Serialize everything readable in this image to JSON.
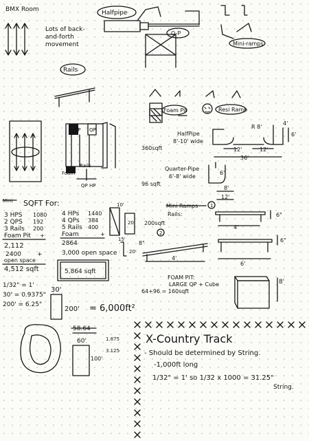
{
  "bmx_room": {
    "title": "BMX Room",
    "note_line1": "Lots of back-",
    "note_line2": "and-forth",
    "note_line3": "movement"
  },
  "labels": {
    "halfpipe": "Halfpipe",
    "qp": "Q-P",
    "mini_ramps": "Mini-ramps",
    "rails": "Rails",
    "foam_pit": "Foam Pit",
    "resi_ramp": "Resi Ramp"
  },
  "layout_plan": {
    "hp": "HP",
    "qp": "QP",
    "rails": "Rails",
    "foam": "Foam",
    "gp": "QP"
  },
  "specs": {
    "halfpipe_title": "HalfPipe",
    "halfpipe_size": "8'-10' wide",
    "halfpipe_area": "360sqft",
    "hp_radius": "R 8'",
    "hp_height_top": "4'",
    "hp_height_side": "6'",
    "hp_width_a": "12'",
    "hp_width_b": "12'",
    "hp_total": "36'",
    "quarter_title": "Quarter-Pipe",
    "quarter_size": "6'-8' wide",
    "quarter_height": "6'",
    "quarter_area": "96 sqft",
    "qp_dim_8": "8'",
    "qp_dim_12": "12'",
    "mini_ramps": "Mini Ramps",
    "rails": "Rails:",
    "rails_area": "200sqft",
    "circle_1": "1",
    "circle_2": "2",
    "rail1_len": "4'",
    "rail1_height": "6\"",
    "rail2_height": "6\"",
    "rail2_len": "6'",
    "rail3_len": "4'",
    "rail3_height": "8\"",
    "foam_pit": "FOAM PIT:",
    "foam_pit_sub": "LARGE QP + Cube",
    "foam_area": "64+96 = 160sqft",
    "cube_height": "8'"
  },
  "sqft": {
    "title": "SQFT For:",
    "left_col": [
      {
        "label": "3 HPS",
        "value": "1080"
      },
      {
        "label": "2 QPS",
        "value": "192"
      },
      {
        "label": "3 Rails",
        "value": "200"
      },
      {
        "label": "Foam Pit",
        "value": "+"
      }
    ],
    "left_total": "2,112",
    "left_open": "2400",
    "left_open_label": "open space",
    "left_grand": "4,512 sqft",
    "mid_col": [
      {
        "label": "4 HPs",
        "value": "1440"
      },
      {
        "label": "4 QPs",
        "value": "384"
      },
      {
        "label": "5 Rails",
        "value": "400"
      },
      {
        "label": "Foam",
        "value": ""
      }
    ],
    "mid_total": "2864",
    "mid_open": "3,000 open space",
    "boxed_total": "5,864 sqft",
    "dims": [
      "10'",
      "20'",
      "15'",
      "20'"
    ]
  },
  "scale": {
    "ratio": "1/32\" = 1'",
    "line1": "30' = 0.9375\"",
    "line2": "200' = 6.25\"",
    "rect_top": "30'",
    "rect_side": "200'",
    "area": "= 6,000ft²",
    "struck": "58.64",
    "box_top": "60'",
    "box_side": "100'",
    "n1": "1.875",
    "n2": "3.125"
  },
  "xcountry": {
    "title": "X-Country Track",
    "line1": "- Should be determined by String.",
    "line2": "-1,000ft long",
    "line3": "1/32\" = 1'  so  1/32 x 1000 = 31.25\"",
    "line4": "String."
  }
}
